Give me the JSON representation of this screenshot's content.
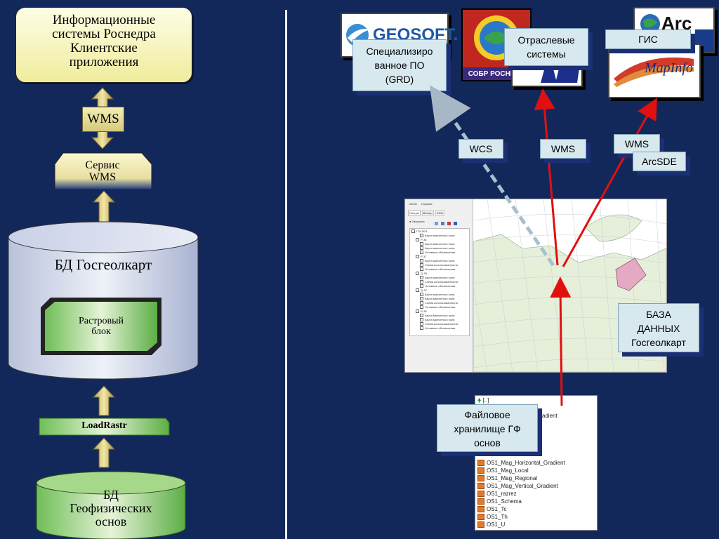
{
  "left": {
    "top_box": {
      "line1": "Информационные",
      "line2": "системы Роснедра",
      "line3": "Клиентские",
      "line4": "приложения"
    },
    "wms_badge": "WMS",
    "service": {
      "line1": "Сервис",
      "line2": "WMS"
    },
    "db": {
      "title": "БД Госгеолкарт",
      "raster_line1": "Растровый",
      "raster_line2": "блок"
    },
    "loader": "LoadRastr",
    "geo_db": {
      "line1": "БД",
      "line2": "Геофизических",
      "line3": "основ"
    }
  },
  "right": {
    "logos": {
      "geosoft": "GEOSOFT.",
      "sobr": "СОБР РОСНЕДР",
      "arc": "Arc",
      "mapinfo": "MapInfo"
    },
    "callouts": {
      "specialized": {
        "line1": "Специализиро",
        "line2": "ванное ПО",
        "line3": "(GRD)"
      },
      "industry": {
        "line1": "Отраслевые",
        "line2": "системы"
      },
      "gis": "ГИС",
      "database": {
        "line1": "БАЗА",
        "line2": "ДАННЫХ",
        "line3": "Госгеолкарт"
      },
      "storage": {
        "line1": "Файловое",
        "line2": "хранилище ГФ",
        "line3": "основ"
      }
    },
    "links": {
      "wcs": "WCS",
      "wms1": "WMS",
      "wms2": "WMS",
      "arcsde": "ArcSDE"
    },
    "app_window": {
      "menu": [
        "Меню",
        "Справка"
      ],
      "tabs": [
        "Растры",
        "Вектор",
        "CSW"
      ],
      "load_label": "Загрузить",
      "tree": [
        "ГГК-50/1",
        "Карта магнитного поля",
        "P-36",
        "Карта магнитного поля",
        "Карта магнитного поля",
        "Условные обозначения",
        "P-37",
        "Карта магнитного поля",
        "Схема использованности",
        "Условные обозначения",
        "Q-35",
        "Карта магнитного поля",
        "Схема использованности",
        "Условные обозначения",
        "Q-37",
        "Карта магнитного поля",
        "Карта магнитного поля",
        "Схема использованности",
        "Условные обозначения",
        "R-36",
        "Карта магнитного поля",
        "Карта магнитного поля",
        "Схема использованности",
        "Условные обозначения"
      ]
    },
    "files": {
      "up": "[..]",
      "partial": [
        "Gradient",
        "nt"
      ],
      "list": [
        "OS1_Mag_Horizontal_Gradient",
        "OS1_Mag_Local",
        "OS1_Mag_Regional",
        "OS1_Mag_Vertical_Gradient",
        "OS1_razrez",
        "OS1_Schema",
        "OS1_Tc",
        "OS1_Th",
        "OS1_U"
      ]
    }
  }
}
